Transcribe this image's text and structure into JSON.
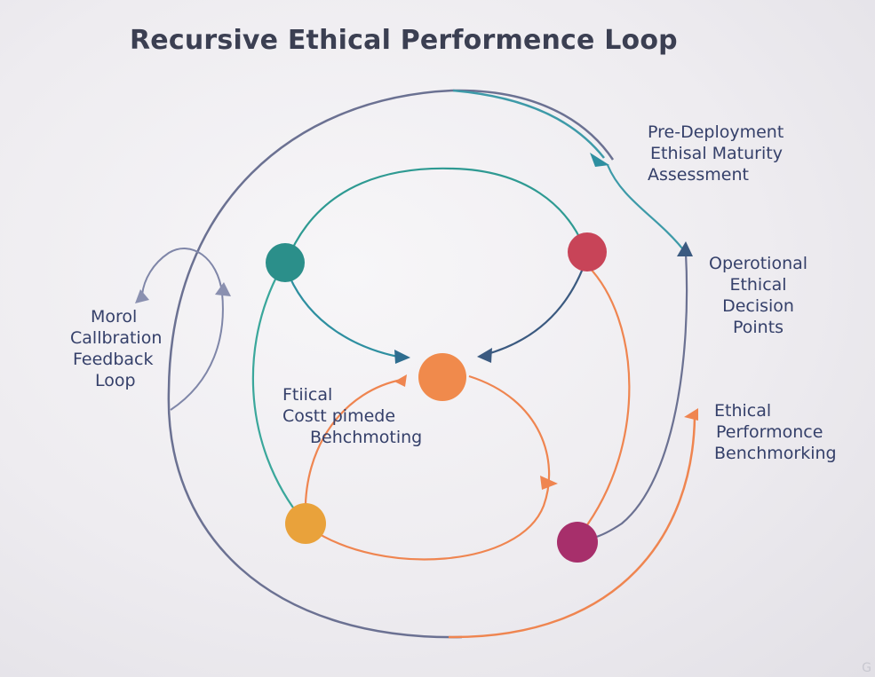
{
  "title": "Recursive Ethical Performence Loop",
  "labels": {
    "pre_deployment": [
      "Pre-Deployment",
      "Ethisal Maturity",
      "Assessment"
    ],
    "operational": [
      "Operotional",
      "Ethical",
      "Decision",
      "Points"
    ],
    "performance": [
      "Ethical",
      "Performonce",
      "Benchmorking"
    ],
    "moral_feedback": [
      "Morol",
      "Callbration",
      "Feedback",
      "Loop"
    ],
    "center": [
      "Ftiical",
      "Costt pimede",
      "Behchmoting"
    ]
  },
  "colors": {
    "outer_loop": "#6b7192",
    "teal": "#2e958f",
    "red": "#c74457",
    "orange": "#ef8550",
    "amber": "#e8a33c",
    "magenta": "#a8306a",
    "navy": "#3b5a80",
    "slate_arrow": "#8a90b0"
  },
  "nodes": [
    {
      "name": "teal-node",
      "color": "#2b8f8a"
    },
    {
      "name": "red-node",
      "color": "#c84458"
    },
    {
      "name": "orange-center-node",
      "color": "#f08a4c"
    },
    {
      "name": "amber-node",
      "color": "#e9a23b"
    },
    {
      "name": "magenta-node",
      "color": "#a72f6b"
    }
  ],
  "watermark": "G"
}
